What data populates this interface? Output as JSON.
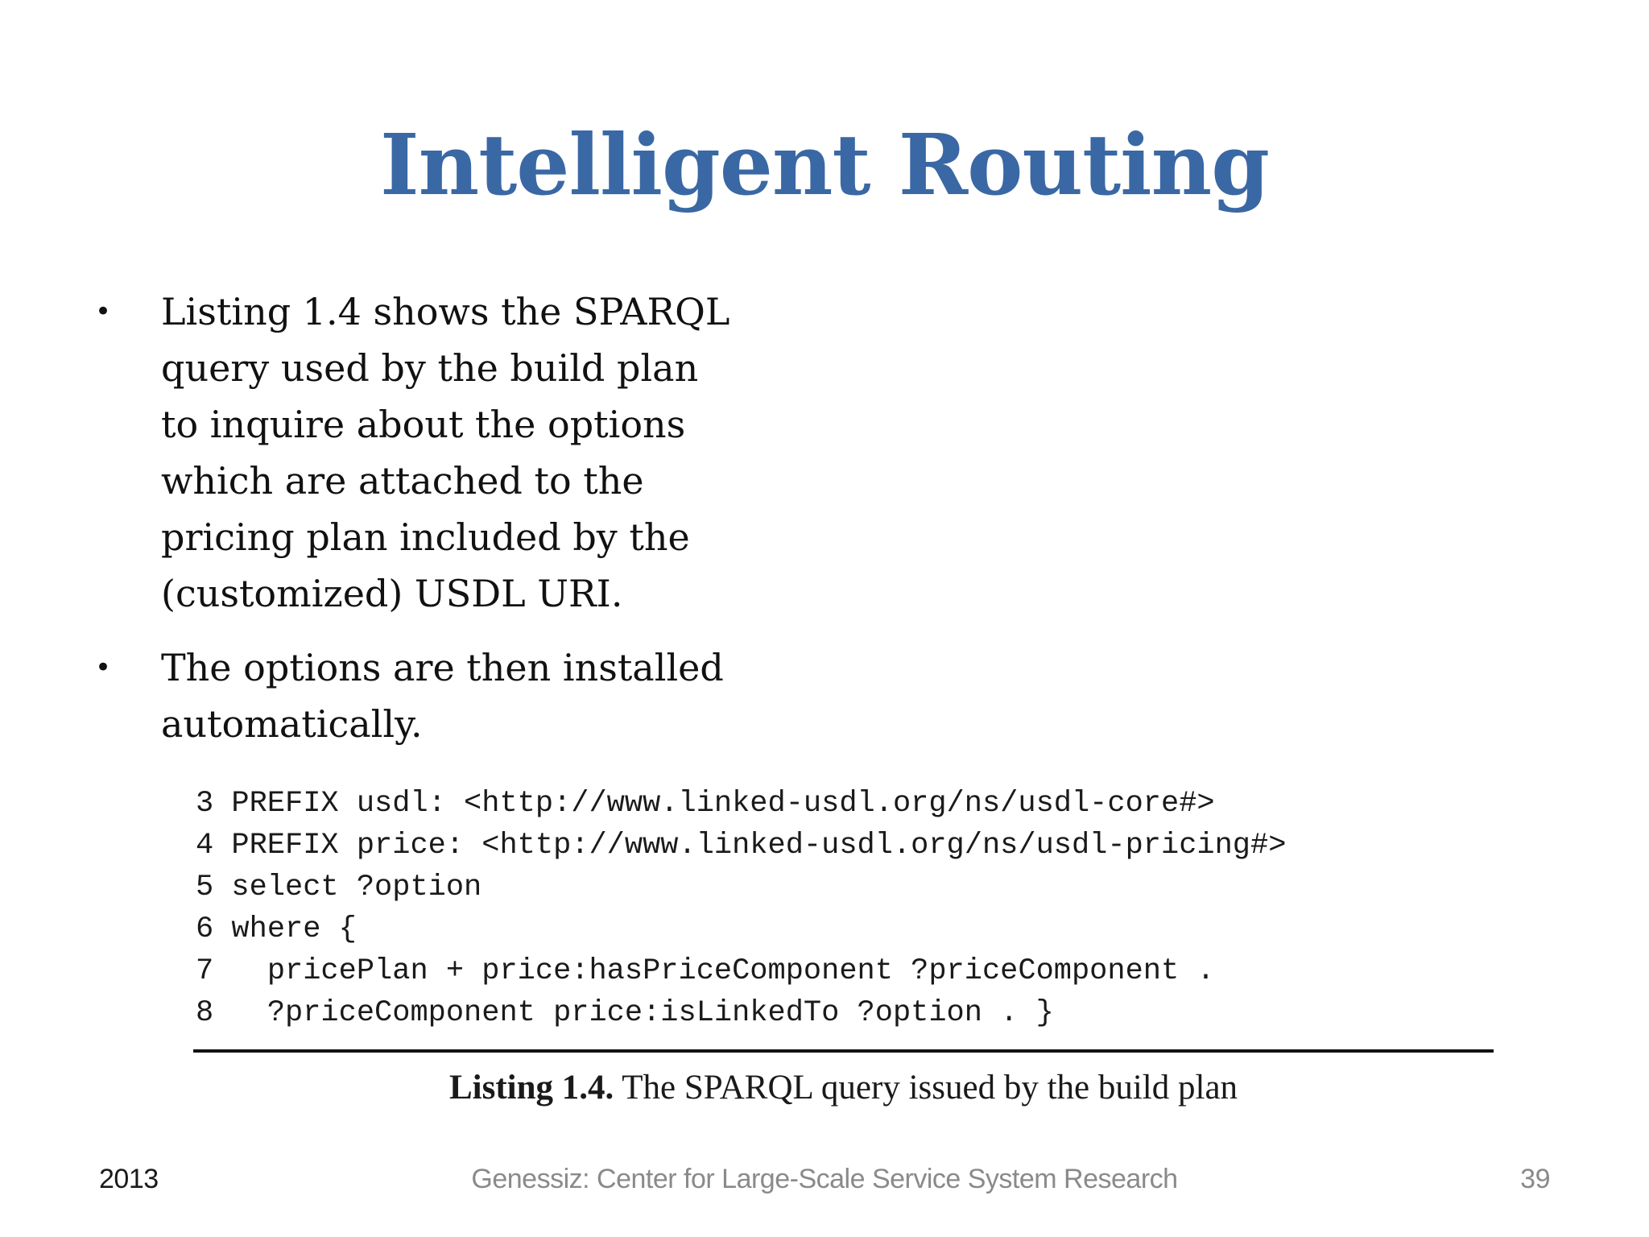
{
  "slide": {
    "title": "Intelligent Routing",
    "marker": "•",
    "bullets": [
      {
        "lines": [
          "Listing 1.4 shows the SPARQL",
          "query used by the build plan",
          "to inquire about the options",
          "which are attached to the",
          "pricing plan included by the",
          "(customized) USDL URI."
        ]
      },
      {
        "lines": [
          "The options are then installed",
          "automatically."
        ]
      }
    ],
    "code_listing": {
      "lines": [
        "3 PREFIX usdl: <http://www.linked-usdl.org/ns/usdl-core#>",
        "4 PREFIX price: <http://www.linked-usdl.org/ns/usdl-pricing#>",
        "5 select ?option",
        "6 where {",
        "7   pricePlan + price:hasPriceComponent ?priceComponent .",
        "8   ?priceComponent price:isLinkedTo ?option . }"
      ],
      "caption_label": "Listing 1.4.",
      "caption_text": " The SPARQL query issued by the build plan"
    },
    "footer": {
      "year": "2013",
      "center": "Genessiz: Center for Large-Scale Service System Research",
      "page": "39"
    },
    "colors": {
      "title_blue": "#3A68A4",
      "body_text": "#111111",
      "footer_gray": "#8a8a8a"
    }
  }
}
